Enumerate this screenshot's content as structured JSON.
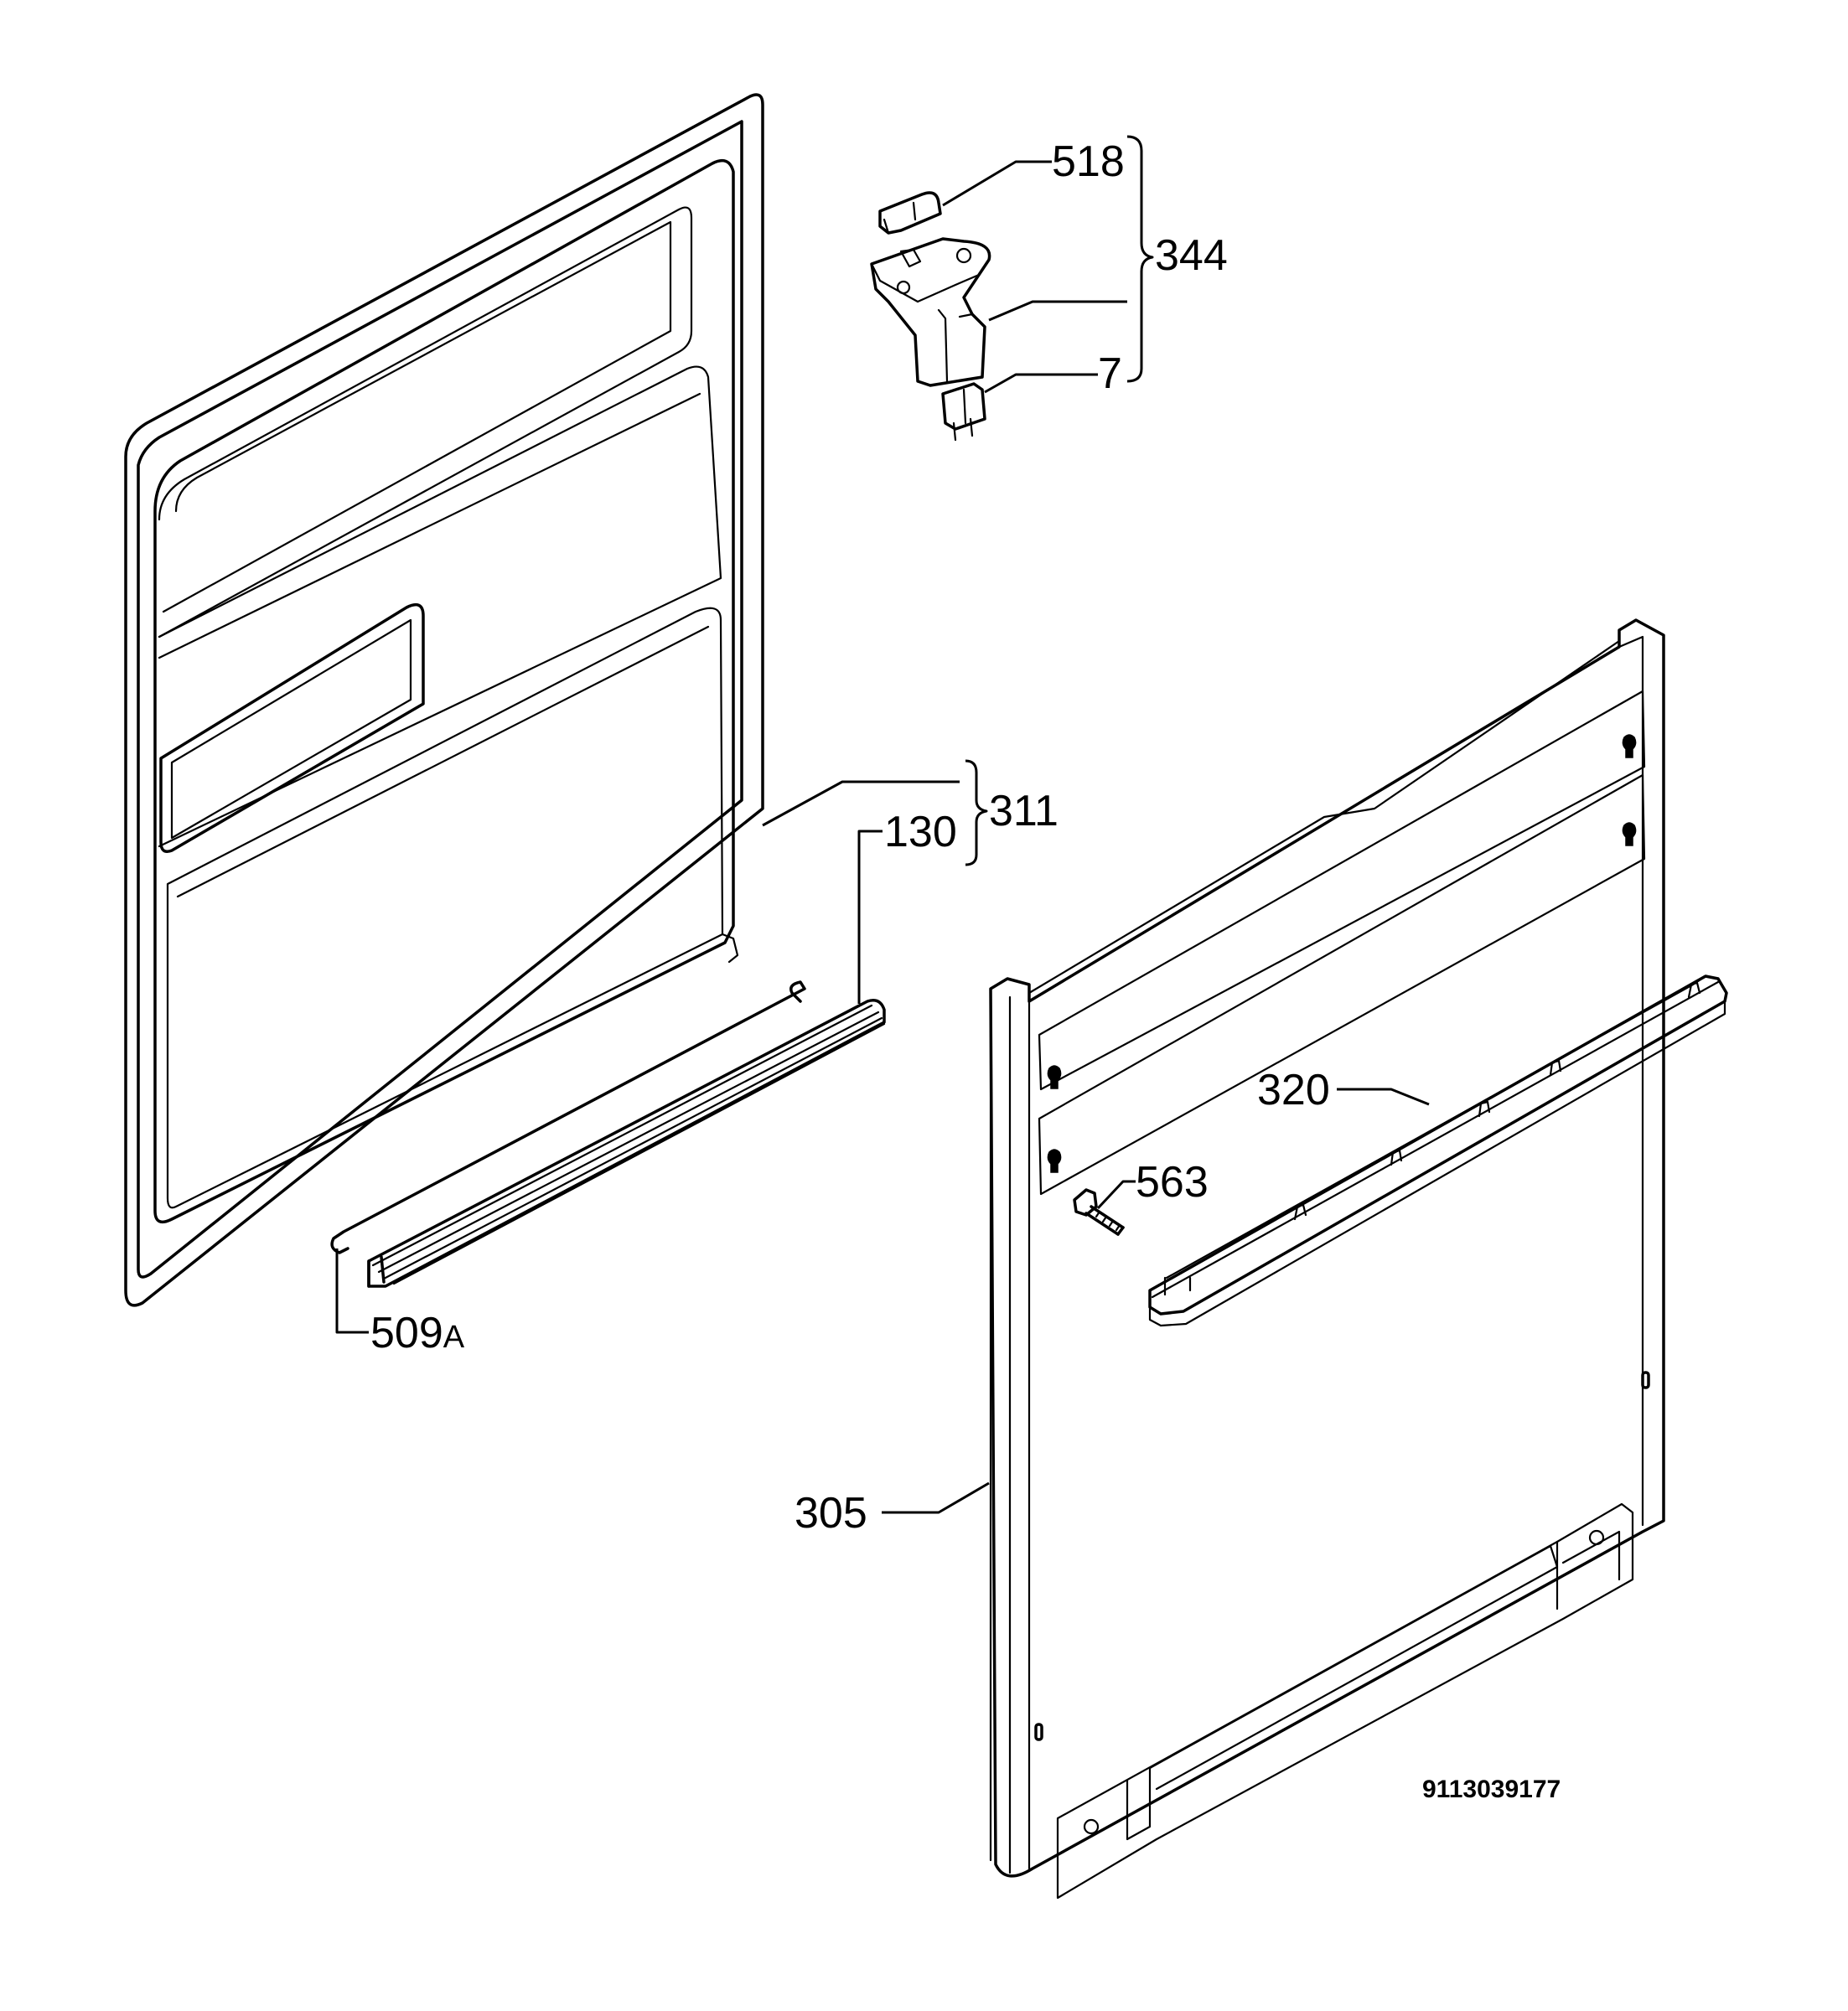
{
  "labels": {
    "p518": "518",
    "p344": "344",
    "p7": "7",
    "p311": "311",
    "p130": "130",
    "p320": "320",
    "p563": "563",
    "p509_main": "509",
    "p509_suffix": "A",
    "p305": "305"
  },
  "drawing_number": "9113039177"
}
